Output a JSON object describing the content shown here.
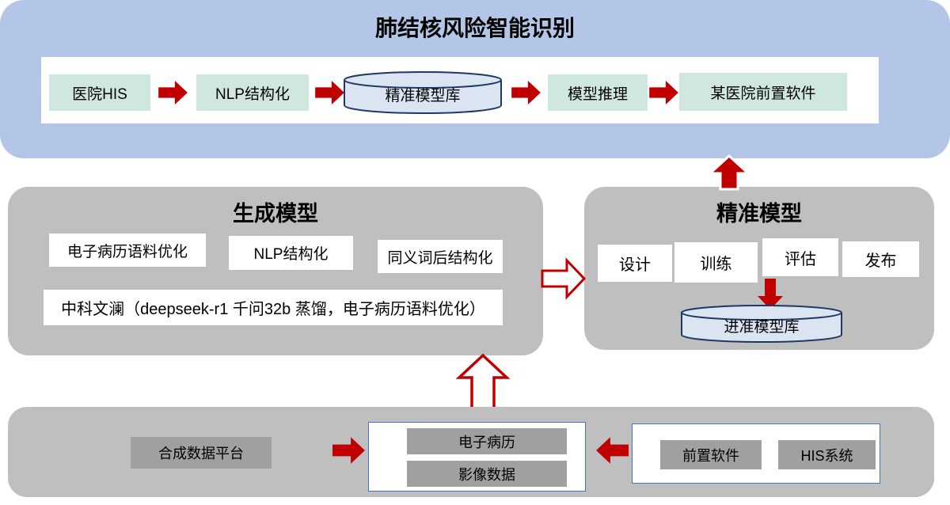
{
  "top_section": {
    "title": "肺结核风险智能识别",
    "nodes": {
      "hospital_his": "医院HIS",
      "nlp_structuring": "NLP结构化",
      "precision_model_db": "精准模型库",
      "model_inference": "模型推理",
      "hospital_frontend": "某医院前置软件"
    }
  },
  "generation_section": {
    "title": "生成模型",
    "items": [
      "电子病历语料优化",
      "NLP结构化",
      "同义词后结构化"
    ],
    "wide_item": "中科文澜（deepseek-r1 千问32b 蒸馏，电子病历语料优化）"
  },
  "precision_section": {
    "title": "精准模型",
    "steps": [
      "设计",
      "训练",
      "评估",
      "发布"
    ],
    "model_db": "进准模型库"
  },
  "data_section": {
    "synthetic_platform": "合成数据平台",
    "emr": "电子病历",
    "imaging": "影像数据",
    "frontend": "前置软件",
    "his_system": "HIS系统"
  },
  "colors": {
    "panel_blue": "#b3c6e7",
    "panel_gray": "#bfbfbf",
    "node_teal": "#cfe6e1",
    "cylinder_fill": "#dbe5f2",
    "cylinder_border": "#1f3864",
    "arrow_red": "#c00000",
    "data_box_gray": "#a0a0a0",
    "frame_border_blue": "#4472c4"
  }
}
